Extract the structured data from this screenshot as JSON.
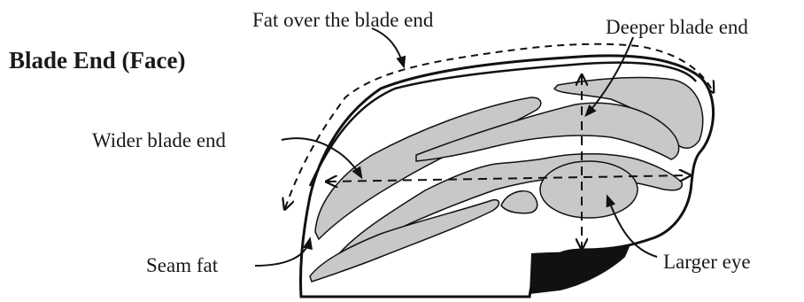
{
  "title": "Blade End (Face)",
  "labels": {
    "fat_over": "Fat over the blade end",
    "deeper": "Deeper blade end",
    "wider": "Wider blade end",
    "seam_fat": "Seam fat",
    "larger_eye": "Larger eye"
  },
  "colors": {
    "muscle_fill": "#c8c8c8",
    "outline": "#111111",
    "bone": "#111111",
    "background": "#ffffff"
  }
}
